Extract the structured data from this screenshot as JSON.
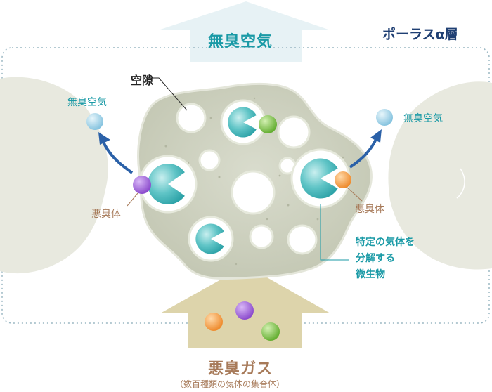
{
  "layer_title": "ポーラスα層",
  "top_arrow_label": "無臭空気",
  "bottom_arrow_label": "悪臭ガス",
  "bottom_arrow_sublabel": "（数百種類の気体の集合体）",
  "pore_label": "空隙",
  "left_output_label": "無臭空気",
  "right_output_label": "無臭空気",
  "left_odor_label": "悪臭体",
  "right_odor_label": "悪臭体",
  "microbe_label_lines": [
    "特定の気体を",
    "分解する",
    "微生物"
  ],
  "colors": {
    "teal_text": "#1a9aa6",
    "brown_text": "#a77a59",
    "navy_text": "#1f3f73",
    "arrow_blue": "#2b61a8",
    "top_arrow_fill": "#e7f2f5",
    "bottom_arrow_fill": "#ddd4ab",
    "gas_orange": "#f19a3e",
    "gas_purple": "#9a5ed6",
    "gas_green": "#79c147",
    "clean_air_blue": "#9fd2e6",
    "microbe_teal": "#52c0c3"
  }
}
